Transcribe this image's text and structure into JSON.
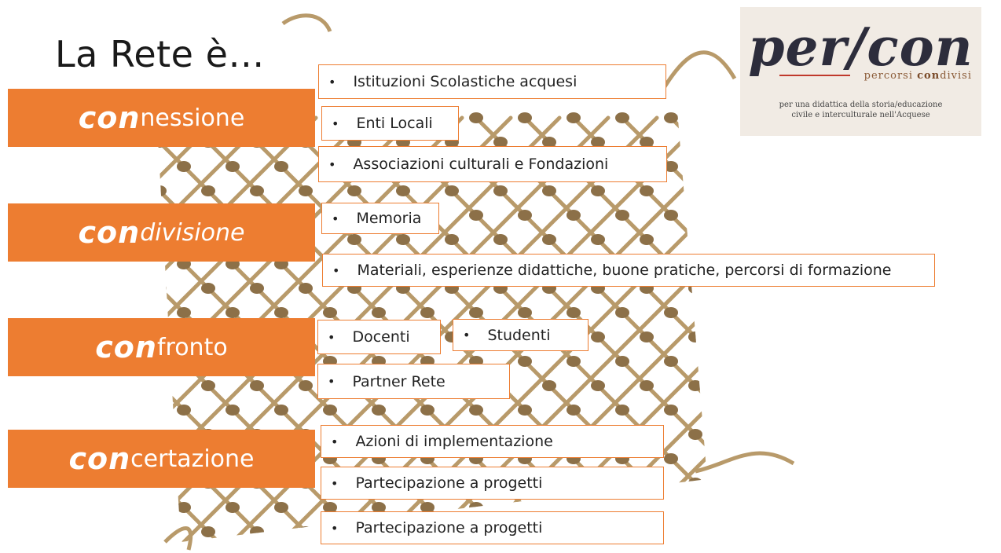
{
  "title": "La Rete è…",
  "logo": {
    "main": "per/con",
    "sub_prefix": "percorsi ",
    "sub_bold": "con",
    "sub_suffix": "divisi",
    "desc_line1": "per una didattica della storia/educazione",
    "desc_line2": "civile e interculturale nell'Acquese"
  },
  "bands": [
    {
      "prefix": "con",
      "rest": "nessione"
    },
    {
      "prefix": "con",
      "rest": "divisione"
    },
    {
      "prefix": "con",
      "rest": "fronto"
    },
    {
      "prefix": "con",
      "rest": "certazione"
    }
  ],
  "items": {
    "istituzioni": "Istituzioni Scolastiche acquesi",
    "enti": "Enti Locali",
    "associazioni": "Associazioni culturali e Fondazioni",
    "memoria": "Memoria",
    "materiali": "Materiali, esperienze didattiche, buone pratiche, percorsi di formazione",
    "docenti": "Docenti",
    "studenti": "Studenti",
    "partner": "Partner Rete",
    "azioni": "Azioni di implementazione",
    "partecipazione1": "Partecipazione  a progetti",
    "partecipazione2": "Partecipazione  a progetti"
  },
  "colors": {
    "accent": "#ed7d31",
    "rope": "#b89a6a"
  },
  "bullet": "•"
}
